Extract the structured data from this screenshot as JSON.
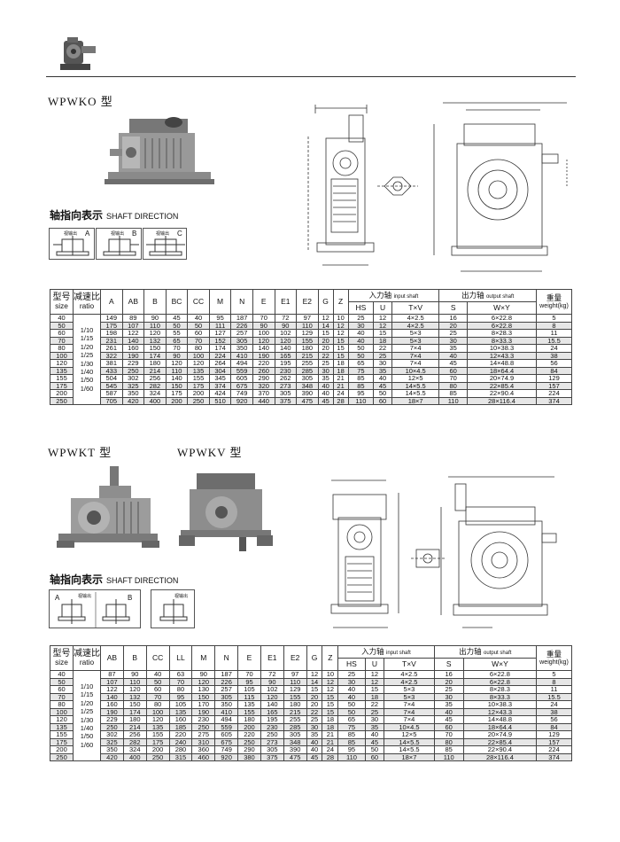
{
  "section1": {
    "title": "WPWKO 型",
    "shaft_cn": "轴指向表示",
    "shaft_en": "SHAFT DIRECTION",
    "dir_labels": [
      "A",
      "B",
      "C"
    ],
    "dir_small": [
      "视输出",
      "视输出",
      "视输出"
    ],
    "table": {
      "headers": [
        "A",
        "AB",
        "B",
        "BC",
        "CC",
        "M",
        "N",
        "E",
        "E1",
        "E2",
        "G",
        "Z"
      ],
      "size_cn": "型号",
      "size_en": "size",
      "ratio_cn": "减速比",
      "ratio_en": "ratio",
      "input_cn": "入力轴",
      "input_en": "input shaft",
      "output_cn": "出力轴",
      "output_en": "output shaft",
      "weight_cn": "重量",
      "weight_en": "weight(kg)",
      "input_sub": [
        "HS",
        "U",
        "T×V"
      ],
      "output_sub": [
        "S",
        "W×Y"
      ],
      "ratio_values": "1/10\n1/15\n1/20\n1/25\n1/30\n1/40\n1/50\n1/60",
      "rows": [
        [
          "40",
          "149",
          "89",
          "90",
          "45",
          "40",
          "95",
          "187",
          "70",
          "72",
          "97",
          "12",
          "10",
          "25",
          "12",
          "4×2.5",
          "16",
          "6×22.8",
          "5"
        ],
        [
          "50",
          "175",
          "107",
          "110",
          "50",
          "50",
          "111",
          "226",
          "90",
          "90",
          "110",
          "14",
          "12",
          "30",
          "12",
          "4×2.5",
          "20",
          "6×22.8",
          "8"
        ],
        [
          "60",
          "198",
          "122",
          "120",
          "55",
          "60",
          "127",
          "257",
          "100",
          "102",
          "129",
          "15",
          "12",
          "40",
          "15",
          "5×3",
          "25",
          "8×28.3",
          "11"
        ],
        [
          "70",
          "231",
          "140",
          "132",
          "65",
          "70",
          "152",
          "305",
          "120",
          "120",
          "155",
          "20",
          "15",
          "40",
          "18",
          "5×3",
          "30",
          "8×33.3",
          "15.5"
        ],
        [
          "80",
          "261",
          "160",
          "150",
          "70",
          "80",
          "174",
          "350",
          "140",
          "140",
          "180",
          "20",
          "15",
          "50",
          "22",
          "7×4",
          "35",
          "10×38.3",
          "24"
        ],
        [
          "100",
          "322",
          "190",
          "174",
          "90",
          "100",
          "224",
          "410",
          "190",
          "165",
          "215",
          "22",
          "15",
          "50",
          "25",
          "7×4",
          "40",
          "12×43.3",
          "38"
        ],
        [
          "120",
          "381",
          "229",
          "180",
          "120",
          "120",
          "264",
          "494",
          "220",
          "195",
          "255",
          "25",
          "18",
          "65",
          "30",
          "7×4",
          "45",
          "14×48.8",
          "56"
        ],
        [
          "135",
          "433",
          "250",
          "214",
          "110",
          "135",
          "304",
          "559",
          "260",
          "230",
          "285",
          "30",
          "18",
          "75",
          "35",
          "10×4.5",
          "60",
          "18×64.4",
          "84"
        ],
        [
          "155",
          "504",
          "302",
          "256",
          "140",
          "155",
          "345",
          "605",
          "290",
          "262",
          "305",
          "35",
          "21",
          "85",
          "40",
          "12×5",
          "70",
          "20×74.9",
          "129"
        ],
        [
          "175",
          "545",
          "325",
          "282",
          "150",
          "175",
          "374",
          "675",
          "320",
          "273",
          "348",
          "40",
          "21",
          "85",
          "45",
          "14×5.5",
          "80",
          "22×85.4",
          "157"
        ],
        [
          "200",
          "587",
          "350",
          "324",
          "175",
          "200",
          "424",
          "749",
          "370",
          "305",
          "390",
          "40",
          "24",
          "95",
          "50",
          "14×5.5",
          "85",
          "22×90.4",
          "224"
        ],
        [
          "250",
          "705",
          "420",
          "400",
          "200",
          "250",
          "510",
          "920",
          "440",
          "375",
          "475",
          "45",
          "28",
          "110",
          "60",
          "18×7",
          "110",
          "28×116.4",
          "374"
        ]
      ]
    }
  },
  "section2": {
    "title_left": "WPWKT 型",
    "title_right": "WPWKV 型",
    "shaft_cn": "轴指向表示",
    "shaft_en": "SHAFT DIRECTION",
    "dir_labels": [
      "A",
      "B"
    ],
    "dir_small": [
      "视输出",
      "视输出"
    ],
    "table": {
      "headers": [
        "AB",
        "B",
        "CC",
        "LL",
        "M",
        "N",
        "E",
        "E1",
        "E2",
        "G",
        "Z"
      ],
      "size_cn": "型号",
      "size_en": "size",
      "ratio_cn": "减速比",
      "ratio_en": "ratio",
      "input_cn": "入力轴",
      "input_en": "input shaft",
      "output_cn": "出力轴",
      "output_en": "output shaft",
      "weight_cn": "重量",
      "weight_en": "weight(kg)",
      "input_sub": [
        "HS",
        "U",
        "T×V"
      ],
      "output_sub": [
        "S",
        "W×Y"
      ],
      "ratio_values": "1/10\n1/15\n1/20\n1/25\n1/30\n1/40\n1/50\n1/60",
      "rows": [
        [
          "40",
          "87",
          "90",
          "40",
          "63",
          "90",
          "187",
          "70",
          "72",
          "97",
          "12",
          "10",
          "25",
          "12",
          "4×2.5",
          "16",
          "6×22.8",
          "5"
        ],
        [
          "50",
          "107",
          "110",
          "50",
          "70",
          "120",
          "226",
          "95",
          "90",
          "110",
          "14",
          "12",
          "30",
          "12",
          "4×2.5",
          "20",
          "6×22.8",
          "8"
        ],
        [
          "60",
          "122",
          "120",
          "60",
          "80",
          "130",
          "257",
          "105",
          "102",
          "129",
          "15",
          "12",
          "40",
          "15",
          "5×3",
          "25",
          "8×28.3",
          "11"
        ],
        [
          "70",
          "140",
          "132",
          "70",
          "95",
          "150",
          "305",
          "115",
          "120",
          "155",
          "20",
          "15",
          "40",
          "18",
          "5×3",
          "30",
          "8×33.3",
          "15.5"
        ],
        [
          "80",
          "160",
          "150",
          "80",
          "105",
          "170",
          "350",
          "135",
          "140",
          "180",
          "20",
          "15",
          "50",
          "22",
          "7×4",
          "35",
          "10×38.3",
          "24"
        ],
        [
          "100",
          "190",
          "174",
          "100",
          "135",
          "190",
          "410",
          "155",
          "165",
          "215",
          "22",
          "15",
          "50",
          "25",
          "7×4",
          "40",
          "12×43.3",
          "38"
        ],
        [
          "120",
          "229",
          "180",
          "120",
          "160",
          "230",
          "494",
          "180",
          "195",
          "255",
          "25",
          "18",
          "65",
          "30",
          "7×4",
          "45",
          "14×48.8",
          "56"
        ],
        [
          "135",
          "250",
          "214",
          "135",
          "185",
          "250",
          "559",
          "200",
          "230",
          "285",
          "30",
          "18",
          "75",
          "35",
          "10×4.5",
          "60",
          "18×64.4",
          "84"
        ],
        [
          "155",
          "302",
          "256",
          "155",
          "220",
          "275",
          "605",
          "220",
          "250",
          "305",
          "35",
          "21",
          "85",
          "40",
          "12×5",
          "70",
          "20×74.9",
          "129"
        ],
        [
          "175",
          "325",
          "282",
          "175",
          "240",
          "310",
          "675",
          "250",
          "273",
          "348",
          "40",
          "21",
          "85",
          "45",
          "14×5.5",
          "80",
          "22×85.4",
          "157"
        ],
        [
          "200",
          "350",
          "324",
          "200",
          "280",
          "360",
          "749",
          "290",
          "305",
          "390",
          "40",
          "24",
          "95",
          "50",
          "14×5.5",
          "85",
          "22×90.4",
          "224"
        ],
        [
          "250",
          "420",
          "400",
          "250",
          "315",
          "460",
          "920",
          "380",
          "375",
          "475",
          "45",
          "28",
          "110",
          "60",
          "18×7",
          "110",
          "28×116.4",
          "374"
        ]
      ]
    }
  }
}
